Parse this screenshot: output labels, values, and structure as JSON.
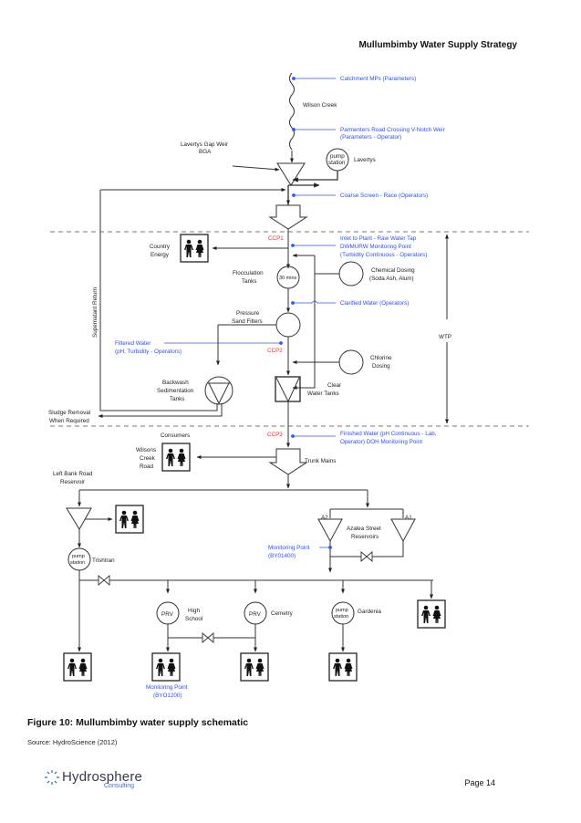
{
  "header": {
    "title": "Mullumbimby Water Supply Strategy"
  },
  "diagram": {
    "monitoring": {
      "catchment": "Catchment MPs (Parameters)",
      "parmenters_1": "Parmenters Road Crossing V-Notch Weir",
      "parmenters_2": "(Parameters - Operator)",
      "coarse_screen": "Coarse Screen - Race (Operators)",
      "inlet_1": "Inlet to Plant  - Raw Water Tap",
      "inlet_2": "DWMURW Monitoring Point",
      "inlet_3": "(Turbidity Continuous  - Operators)",
      "clarified": "Clarified Water (Operators)",
      "filtered_1": "Filtered Water",
      "filtered_2": "(pH, Turbidity - Operators)",
      "finished_1": "Finished Water (pH Continuous - Lab,",
      "finished_2": "Operator) DOH Monitoring Point",
      "mp_azalea_1": "Monitoring Point",
      "mp_azalea_2": "(BY01400)",
      "mp_school_1": "Monitoring Point",
      "mp_school_2": "(BYO1200)"
    },
    "ccp": {
      "ccp1": "CCP1",
      "ccp2": "CCP2",
      "ccp3": "CCP3"
    },
    "labels": {
      "wilson_creek": "Wilson Creek",
      "lavertys_weir_1": "Lavertys Gap Weir",
      "lavertys_weir_2": "BGA",
      "pump": "pump",
      "station": "station",
      "lavertys": "Lavertys",
      "country_1": "Country",
      "country_2": "Energy",
      "floc_1": "Flocculation",
      "floc_2": "Tanks",
      "floc_time": "30 mins",
      "chem_1": "Chemical Dosing",
      "chem_2": "(Soda Ash, Alum)",
      "psf_1": "Pressure",
      "psf_2": "Sand Filters",
      "supernatant": "Supernatant Return",
      "wtp": "WTP",
      "chlorine_1": "Chlorine",
      "chlorine_2": "Dosing",
      "backwash_1": "Backwash",
      "backwash_2": "Sedimentation",
      "backwash_3": "Tanks",
      "clear_1": "Clear",
      "clear_2": "Water Tanks",
      "sludge_1": "Sludge Removal",
      "sludge_2": "When Required",
      "consumers": "Consumers",
      "wcr_1": "Wilsons",
      "wcr_2": "Creek",
      "wcr_3": "Road",
      "trunk": "Trunk Mains",
      "lbr_1": "Left Bank Road",
      "lbr_2": "Reservoir",
      "a1": "A1",
      "a2": "A2",
      "azalea_1": "Azalea Street",
      "azalea_2": "Reservoirs",
      "trishtran": "Trishtran",
      "prv": "PRV",
      "high_1": "High",
      "high_2": "School",
      "cemetry": "Cemetry",
      "gardenia": "Gardenia"
    }
  },
  "caption": "Figure 10: Mullumbimby water supply schematic",
  "source": "Source: HydroScience (2012)",
  "footer": {
    "logo_name": "Hydrosphere",
    "logo_sub": "Consulting",
    "page": "Page 14"
  }
}
